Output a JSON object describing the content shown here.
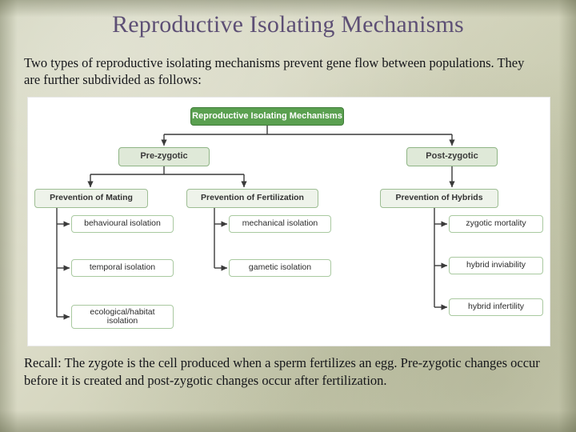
{
  "slide": {
    "title": "Reproductive Isolating Mechanisms",
    "intro": "Two types of reproductive isolating mechanisms prevent gene flow between populations. They are further subdivided as follows:",
    "recall": "Recall:  The zygote is the cell produced when a sperm fertilizes an egg. Pre-zygotic changes occur before it is created and post-zygotic changes occur after fertilization.",
    "title_color": "#5d4f75",
    "background_color": "#d2d4ba"
  },
  "diagram": {
    "root": "Reproductive Isolating Mechanisms",
    "branch_pre": "Pre-zygotic",
    "branch_post": "Post-zygotic",
    "category_mating": "Prevention of Mating",
    "category_fertilization": "Prevention of Fertilization",
    "category_hybrids": "Prevention of Hybrids",
    "mating_items": [
      "behavioural isolation",
      "temporal isolation",
      "ecological/habitat isolation"
    ],
    "fertilization_items": [
      "mechanical isolation",
      "gametic isolation"
    ],
    "hybrid_items": [
      "zygotic mortality",
      "hybrid inviability",
      "hybrid infertility"
    ],
    "root_fill": "#5aa050",
    "node_border": "#7aa86f",
    "arrow_color": "#3a3a3a"
  }
}
